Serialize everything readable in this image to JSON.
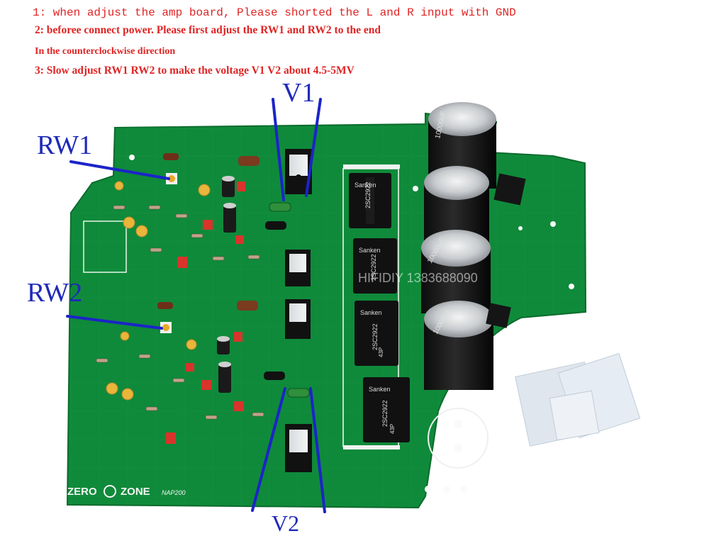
{
  "instructions": {
    "line1": "1: when adjust the amp board, Please shorted the L and R input with GND",
    "line2": "2: beforee connect power. Please first adjust the RW1 and RW2 to the end",
    "line3": "In the counterclockwise direction",
    "line4": "3: Slow adjust RW1 RW2 to make the voltage V1 V2 about 4.5-5MV"
  },
  "callouts": {
    "rw1": "RW1",
    "rw2": "RW2",
    "v1": "V1",
    "v2": "V2"
  },
  "board": {
    "brand_left": "ZERO",
    "brand_right": "ZONE",
    "model": "NAP200",
    "transistor_brand": "Sanken",
    "transistor_part": "2SC2922",
    "transistor_code": "43P",
    "capacitor_value": "10000μF",
    "watermark": "HIFIDIY 1383688090"
  },
  "colors": {
    "text_red": "#e02424",
    "callout_blue": "#1f2ab8",
    "pcb_green": "#0f8a3a",
    "pcb_dark": "#0b6b2c"
  }
}
